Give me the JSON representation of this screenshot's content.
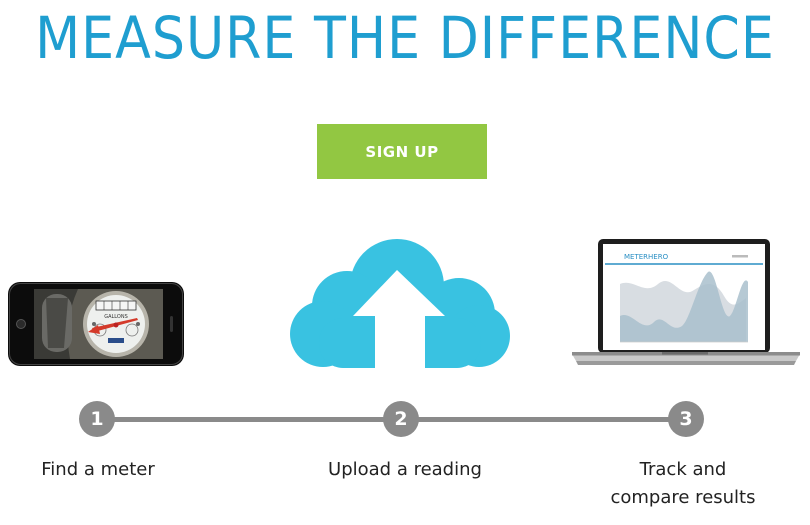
{
  "hero": {
    "title": "MEASURE THE DIFFERENCE",
    "signup_label": "SIGN UP"
  },
  "steps": [
    {
      "number": "1",
      "label": "Find a meter"
    },
    {
      "number": "2",
      "label": "Upload a reading"
    },
    {
      "number": "3",
      "label_line1": "Track and",
      "label_line2": "compare results"
    }
  ],
  "illustrations": {
    "phone_icon": "phone-with-water-meter-photo",
    "cloud_icon": "cloud-upload-icon",
    "laptop_icon": "laptop-with-chart",
    "meter_brand": "GALLONS",
    "dashboard_brand": "METERHERO"
  },
  "colors": {
    "headline": "#1f9ed0",
    "signup_button": "#92c742",
    "cloud": "#39c2e1",
    "step_gray": "#8a8a8a"
  }
}
